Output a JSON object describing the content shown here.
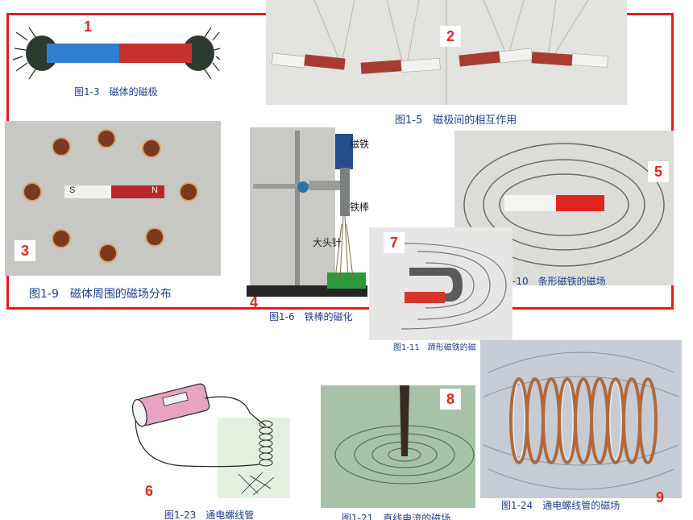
{
  "numbers": [
    "1",
    "2",
    "3",
    "4",
    "5",
    "6",
    "7",
    "8",
    "9"
  ],
  "captions": {
    "fig1_3": "图1-3　磁体的磁极",
    "fig1_5": "图1-5　磁极间的相互作用",
    "fig1_9": "图1-9　磁体周围的磁场分布",
    "fig1_6": "图1-6　铁棒的磁化",
    "fig1_10": "-10　条形磁铁的磁场",
    "fig1_11": "图1-11　蹄形磁铁的磁",
    "fig1_23": "图1-23　通电螺线管",
    "fig1_21": "图1-21　直线电流的磁场",
    "fig1_24": "图1-24　通电螺线管的磁场"
  },
  "labels": {
    "magnet": "磁铁",
    "iron_rod": "铁棒",
    "pins": "大头针",
    "pole_s": "S",
    "pole_n": "N"
  },
  "colors": {
    "frame": "#e51b1b",
    "caption": "#1f3f8f",
    "number": "#e8261c",
    "magnet_red": "#c8312a",
    "magnet_blue": "#2f7fd0"
  }
}
